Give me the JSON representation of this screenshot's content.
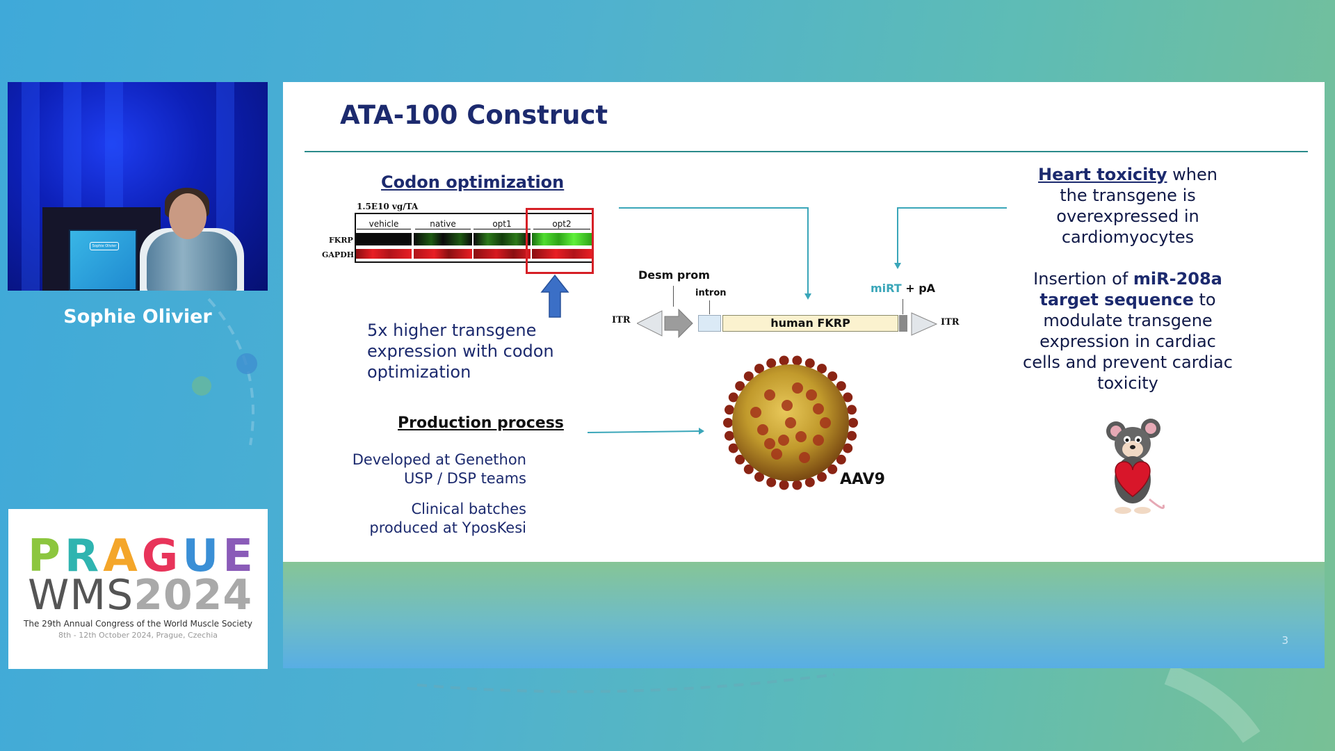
{
  "speaker": {
    "name": "Sophie Olivier",
    "podium_screen": "Sophie Olivier"
  },
  "logo": {
    "line1_letters": [
      {
        "ch": "P",
        "color": "#8cc63e"
      },
      {
        "ch": "R",
        "color": "#2fb4b0"
      },
      {
        "ch": "A",
        "color": "#f4a62a"
      },
      {
        "ch": "G",
        "color": "#e8345a"
      },
      {
        "ch": "U",
        "color": "#3a8fd6"
      },
      {
        "ch": "E",
        "color": "#8a5bb8"
      }
    ],
    "line2_prefix": "WMS",
    "line2_year": "2024",
    "congress": "The 29th Annual Congress of the World Muscle Society",
    "dates": "8th - 12th October 2024, Prague, Czechia"
  },
  "slide": {
    "title": "ATA-100 Construct",
    "codon_heading": "Codon optimization",
    "blot": {
      "dose": "1.5E10 vg/TA",
      "row_labels": [
        "FKRP",
        "GAPDH"
      ],
      "groups": [
        "vehicle",
        "native",
        "opt1",
        "opt2"
      ]
    },
    "expression_text": "5x higher transgene expression with codon optimization",
    "production_heading": "Production process",
    "developed_line1": "Developed at Genethon",
    "developed_line2": "USP / DSP teams",
    "batches_line1": "Clinical batches",
    "batches_line2": "produced at YposKesi",
    "construct": {
      "desm_prom": "Desm prom",
      "intron": "intron",
      "itr_left": "ITR",
      "itr_right": "ITR",
      "gene": "human FKRP",
      "mirt": "miRT",
      "pa": "+ pA"
    },
    "virus_label": "AAV9",
    "heart_heading": "Heart toxicity",
    "heart_rest_1": " when",
    "heart_rest_2": "the transgene is",
    "heart_rest_3": "overexpressed in",
    "heart_rest_4": "cardiomyocytes",
    "insert_pre": "Insertion of ",
    "insert_bold1": "miR-208a",
    "insert_bold2": "target sequence",
    "insert_post1": " to",
    "insert_post2": "modulate transgene",
    "insert_post3": "expression in cardiac",
    "insert_post4": "cells and prevent cardiac",
    "insert_post5": "toxicity",
    "page_number": "3"
  },
  "colors": {
    "title_navy": "#1c2a6e",
    "accent_teal": "#3aa6b9",
    "highlight_red": "#d61f26",
    "arrow_blue": "#3b6fc6"
  }
}
